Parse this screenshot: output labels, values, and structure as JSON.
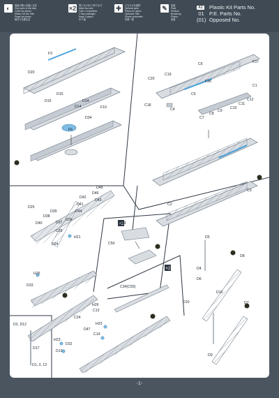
{
  "legend": [
    {
      "icon": "◐",
      "lines": [
        "部品の挿入位置に注意",
        "Glue parts to this step",
        "Collez les pièces",
        "Kleben Sie die Teile",
        "Pegar las piezas",
        "取付け位置注意"
      ]
    },
    {
      "icon": "×2",
      "lines": [
        "同じものを2つ作ります",
        "Make two sets",
        "Faire 2 ensembles",
        "2 Satz anfertigen",
        "Haga 2 juegos",
        "作 2 組"
      ]
    },
    {
      "icon": "✚",
      "lines": [
        "どちらかを選択",
        "Optional parts",
        "Pièces en option",
        "Optionale Teile",
        "Piezas opcionales",
        "任選一個"
      ]
    },
    {
      "icon": "✎",
      "lines": [
        "塗装",
        "Paint",
        "Peinture",
        "Bemalung",
        "Pintura",
        "塗装"
      ]
    }
  ],
  "parts_key": {
    "badge": "A1",
    "rows": [
      {
        "code": "",
        "label": "Plastic Kit Parts No."
      },
      {
        "code": "01",
        "label": "P.E. Parts No."
      },
      {
        "code": "(01)",
        "label": "Opposed No."
      }
    ]
  },
  "callouts": {
    "x2_a": "×2",
    "x2_b": "×2"
  },
  "labels": {
    "top_left": [
      "F3",
      "D20",
      "D15",
      "D15",
      "D14",
      "D14",
      "F10",
      "D34",
      "F6"
    ],
    "top_right": [
      "C6",
      "F37",
      "C19",
      "C20",
      "C5",
      "F36",
      "C18",
      "C4",
      "C1",
      "C12",
      "C11",
      "C10",
      "C9",
      "C8",
      "C7",
      "C2",
      "C3"
    ],
    "mid_left": [
      "D48",
      "D46",
      "D42",
      "D43",
      "D41",
      "D25",
      "D39",
      "D44",
      "D38",
      "D40",
      "D36",
      "D37",
      "D35",
      "H21",
      "D24",
      "H25",
      "D33"
    ],
    "mid_center": [
      "C49",
      "C50"
    ],
    "ladders": [
      "D5",
      "D4",
      "D8",
      "D6",
      "D16",
      "D10",
      "D7",
      "D9"
    ],
    "bottom_center": [
      "C34(C55)",
      "H26",
      "C24",
      "C13",
      "H23",
      "D47",
      "C14",
      "H23",
      "D32",
      "D13"
    ],
    "bottom_left_box": [
      "D2, D12",
      "D17",
      "D1, 3, 13"
    ]
  },
  "page_number": "-1-",
  "colors": {
    "header": "#3f4a54",
    "page": "#4a5560",
    "sheet": "#ffffff",
    "part_fill": "#d9dde2",
    "part_stroke": "#6f7c88",
    "blue": "#4fa3d9",
    "marker": "#2b2f1f"
  }
}
